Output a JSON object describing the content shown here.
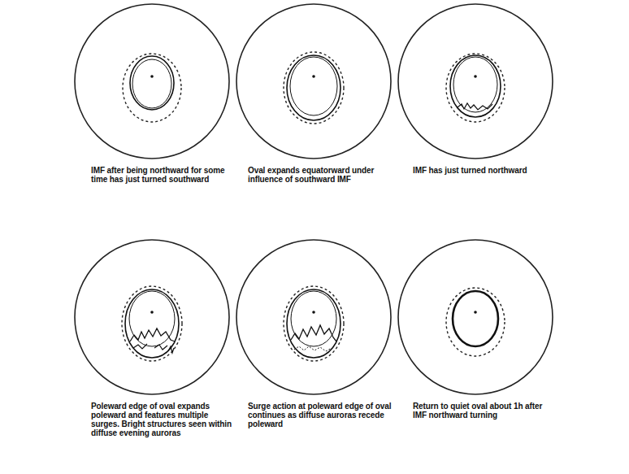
{
  "diagram": {
    "labels": [
      "IMF after being northward for some time has just turned southward",
      "Oval expands equatorward under influence of southward IMF",
      "IMF has just turned northward",
      "Poleward edge of oval expands poleward and features multiple surges. Bright structures seen within diffuse evening auroras",
      "Surge action at poleward edge of oval continues as diffuse auroras recede poleward",
      "Return to quiet oval about 1h after IMF northward turning"
    ]
  }
}
